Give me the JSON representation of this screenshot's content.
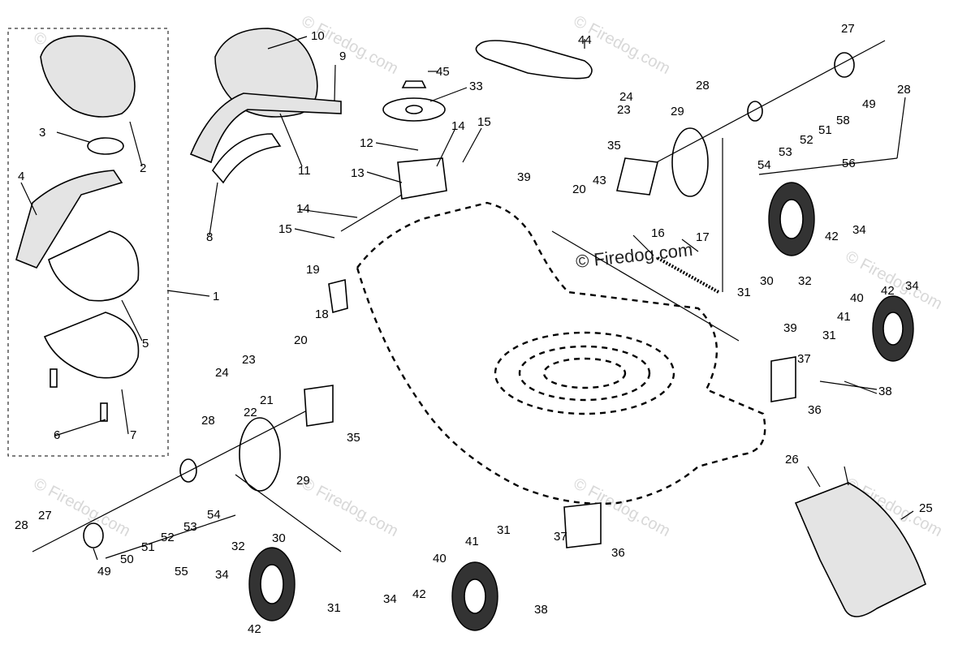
{
  "watermark": "© Firedog.com",
  "labels": {
    "l1": "1",
    "l2": "2",
    "l3": "3",
    "l4": "4",
    "l5": "5",
    "l6": "6",
    "l7": "7",
    "l8": "8",
    "l9": "9",
    "l10": "10",
    "l11": "11",
    "l12": "12",
    "l13": "13",
    "l14a": "14",
    "l14b": "14",
    "l15a": "15",
    "l15b": "15",
    "l16": "16",
    "l17": "17",
    "l18": "18",
    "l19": "19",
    "l20a": "20",
    "l20b": "20",
    "l21": "21",
    "l22": "22",
    "l23a": "23",
    "l23b": "23",
    "l24a": "24",
    "l24b": "24",
    "l25": "25",
    "l26": "26",
    "l27a": "27",
    "l27b": "27",
    "l28a": "28",
    "l28b": "28",
    "l28c": "28",
    "l28d": "28",
    "l29a": "29",
    "l29b": "29",
    "l30a": "30",
    "l30b": "30",
    "l31a": "31",
    "l31b": "31",
    "l31c": "31",
    "l31d": "31",
    "l32a": "32",
    "l32b": "32",
    "l33": "33",
    "l34a": "34",
    "l34b": "34",
    "l34c": "34",
    "l34d": "34",
    "l35a": "35",
    "l35b": "35",
    "l36a": "36",
    "l36b": "36",
    "l37a": "37",
    "l37b": "37",
    "l38a": "38",
    "l38b": "38",
    "l39a": "39",
    "l39b": "39",
    "l40a": "40",
    "l40b": "40",
    "l41a": "41",
    "l41b": "41",
    "l42a": "42",
    "l42b": "42",
    "l42c": "42",
    "l42d": "42",
    "l43": "43",
    "l44": "44",
    "l45": "45",
    "l49a": "49",
    "l49b": "49",
    "l50": "50",
    "l51a": "51",
    "l51b": "51",
    "l52a": "52",
    "l52b": "52",
    "l53a": "53",
    "l53b": "53",
    "l54a": "54",
    "l54b": "54",
    "l55": "55",
    "l56": "56",
    "l58": "58"
  }
}
